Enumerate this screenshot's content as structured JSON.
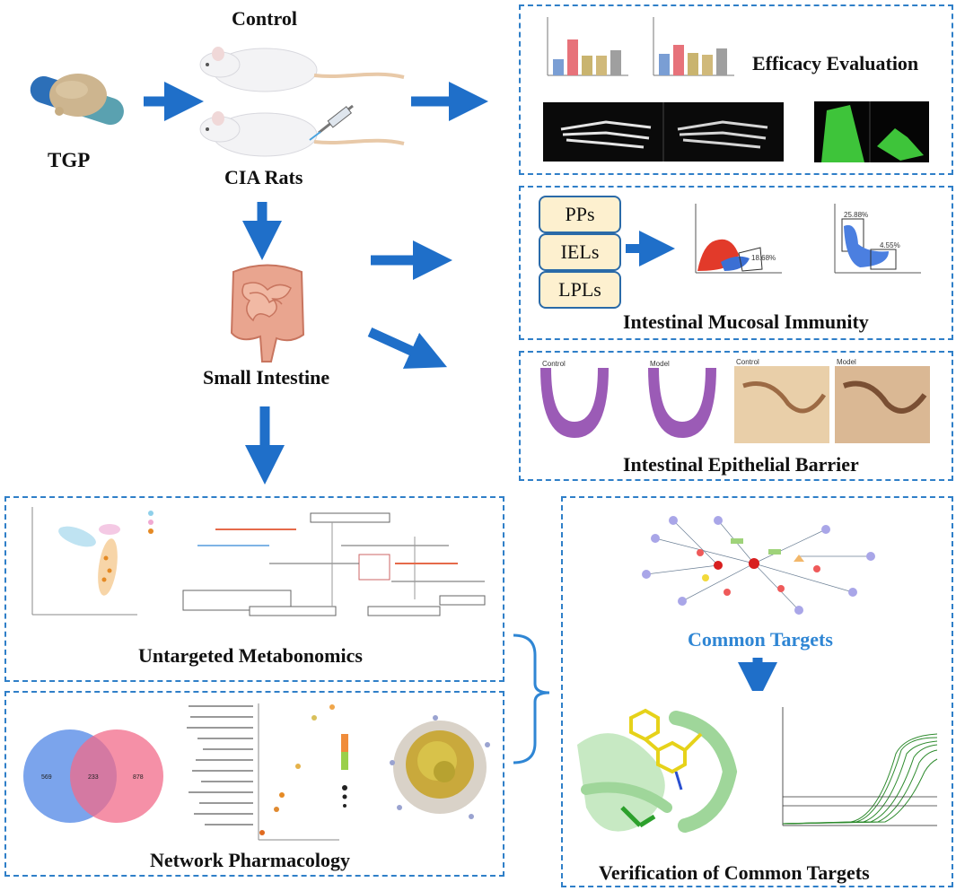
{
  "colors": {
    "arrow": "#1f6fc9",
    "box_border": "#2f7fc8",
    "cell_fill": "#fdf0cf",
    "title_blue": "#2f86d4"
  },
  "stages": {
    "tgp": "TGP",
    "control": "Control",
    "cia_rats": "CIA Rats",
    "small_intestine": "Small Intestine"
  },
  "efficacy": {
    "title": "Efficacy Evaluation"
  },
  "immunity": {
    "title": "Intestinal Mucosal Immunity",
    "cells": [
      "PPs",
      "IELs",
      "LPLs"
    ],
    "flow1_gate": "18.68%",
    "flow2_gate_a": "25.88%",
    "flow2_gate_b": "4.55%"
  },
  "barrier": {
    "title": "Intestinal Epithelial Barrier",
    "panel_labels": [
      "Control",
      "Model",
      "Control",
      "Model"
    ]
  },
  "metabonomics": {
    "title": "Untargeted Metabonomics"
  },
  "network": {
    "title": "Network Pharmacology",
    "venn_left": "569",
    "venn_mid": "233",
    "venn_right": "878"
  },
  "targets": {
    "common_title": "Common Targets",
    "verify_title": "Verification of Common Targets"
  }
}
